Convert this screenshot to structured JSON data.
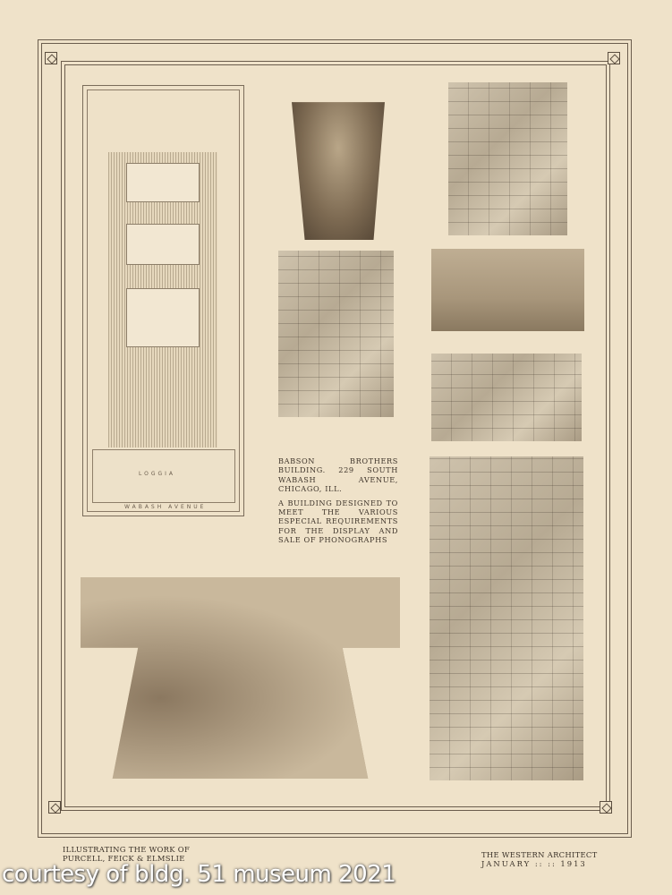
{
  "plate": {
    "elevation_labels": {
      "loggia": "LOGGIA",
      "street": "WABASH AVENUE"
    },
    "caption": {
      "title": "BABSON BROTHERS BUILDING. 229 SOUTH WABASH AVENUE, CHICAGO, ILL.",
      "description": "A BUILDING DESIGNED TO MEET THE VARIOUS ESPECIAL REQUIREMENTS FOR THE DISPLAY AND SALE OF PHONOGRAPHS"
    }
  },
  "footer": {
    "left_line1": "ILLUSTRATING THE WORK OF",
    "left_line2": "PURCELL, FEICK & ELMSLIE",
    "right_line1": "THE WESTERN ARCHITECT",
    "right_line2": "JANUARY :: :: 1913"
  },
  "watermark": "courtesy of bldg. 51 museum 2021"
}
